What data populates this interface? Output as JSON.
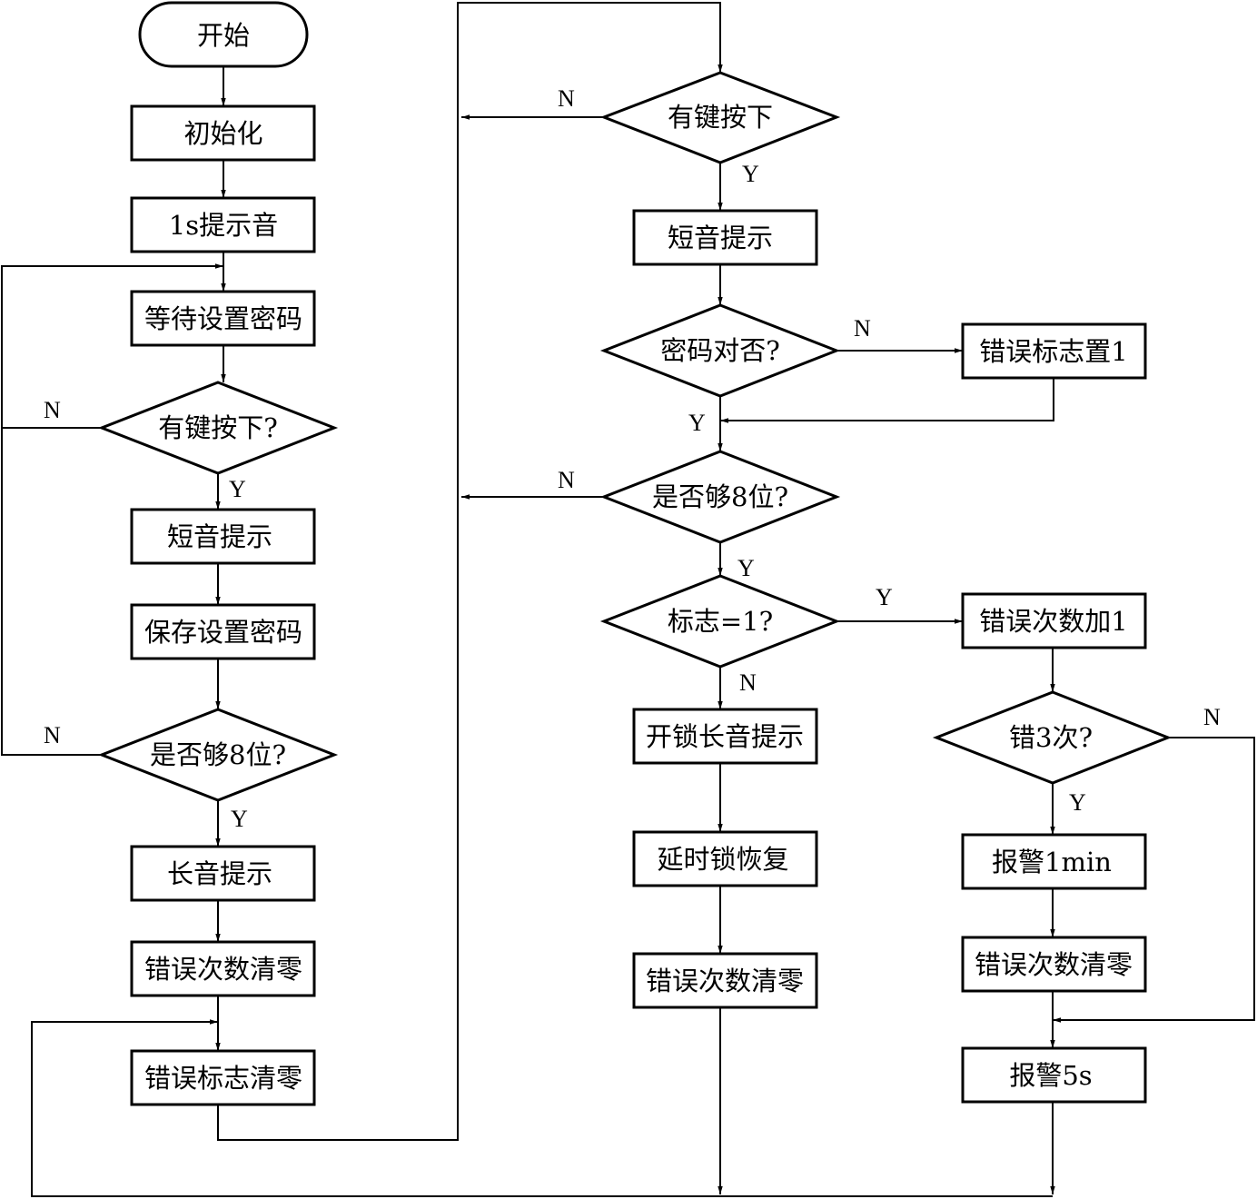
{
  "nodes": {
    "start": "开始",
    "init": "初始化",
    "beep1s": "1s提示音",
    "wait_set": "等待设置密码",
    "l_key": "有键按下?",
    "l_short": "短音提示",
    "save_pwd": "保存设置密码",
    "l_8": "是否够8位?",
    "l_long": "长音提示",
    "l_clear_cnt": "错误次数清零",
    "clear_flag": "错误标志清零",
    "r_key": "有键按下",
    "r_short": "短音提示",
    "pwd_ok": "密码对否?",
    "set_flag": "错误标志置1",
    "r_8": "是否够8位?",
    "flag_eq": "标志=1?",
    "unlock": "开锁长音提示",
    "delay": "延时锁恢复",
    "m_clear_cnt": "错误次数清零",
    "inc_err": "错误次数加1",
    "err3": "错3次?",
    "alarm1m": "报警1min",
    "r_clear_cnt": "错误次数清零",
    "alarm5s": "报警5s"
  },
  "edge_labels": {
    "l_key_no": "N",
    "l_key_yes": "Y",
    "l_8_no": "N",
    "l_8_yes": "Y",
    "r_key_no": "N",
    "r_key_yes": "Y",
    "pwd_no": "N",
    "pwd_yes": "Y",
    "r_8_no": "N",
    "r_8_yes": "Y",
    "flag_yes": "Y",
    "flag_no": "N",
    "err3_no": "N",
    "err3_yes": "Y"
  }
}
